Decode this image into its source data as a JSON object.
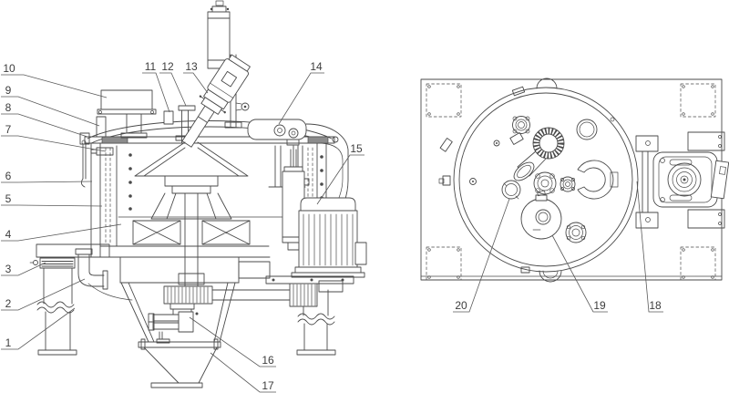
{
  "figure": {
    "type": "technical-assembly-drawing",
    "description": "Vertical bottom-discharge centrifuge: side sectional view (items 1-17) and top plan view (items 18-20)",
    "colors": {
      "background": "#ffffff",
      "line": "#4a4a4a",
      "hatch": "#8c8c8c",
      "label": "#3d3d3d"
    },
    "callouts": [
      "1",
      "2",
      "3",
      "4",
      "5",
      "6",
      "7",
      "8",
      "9",
      "10",
      "11",
      "12",
      "13",
      "14",
      "15",
      "16",
      "17",
      "18",
      "19",
      "20"
    ]
  }
}
